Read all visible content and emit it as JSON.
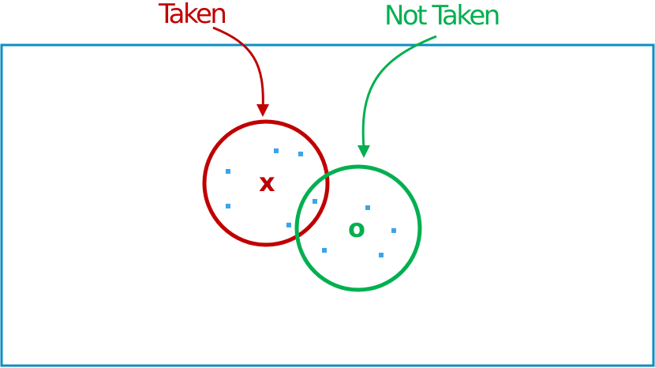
{
  "labels": {
    "taken": "Taken",
    "not_taken": "Not Taken"
  },
  "markers": {
    "taken": "x",
    "not_taken": "o"
  },
  "colors": {
    "taken": "#c00000",
    "not_taken": "#00b050",
    "border": "#0e8fc0",
    "points": "#3aa5ea"
  }
}
